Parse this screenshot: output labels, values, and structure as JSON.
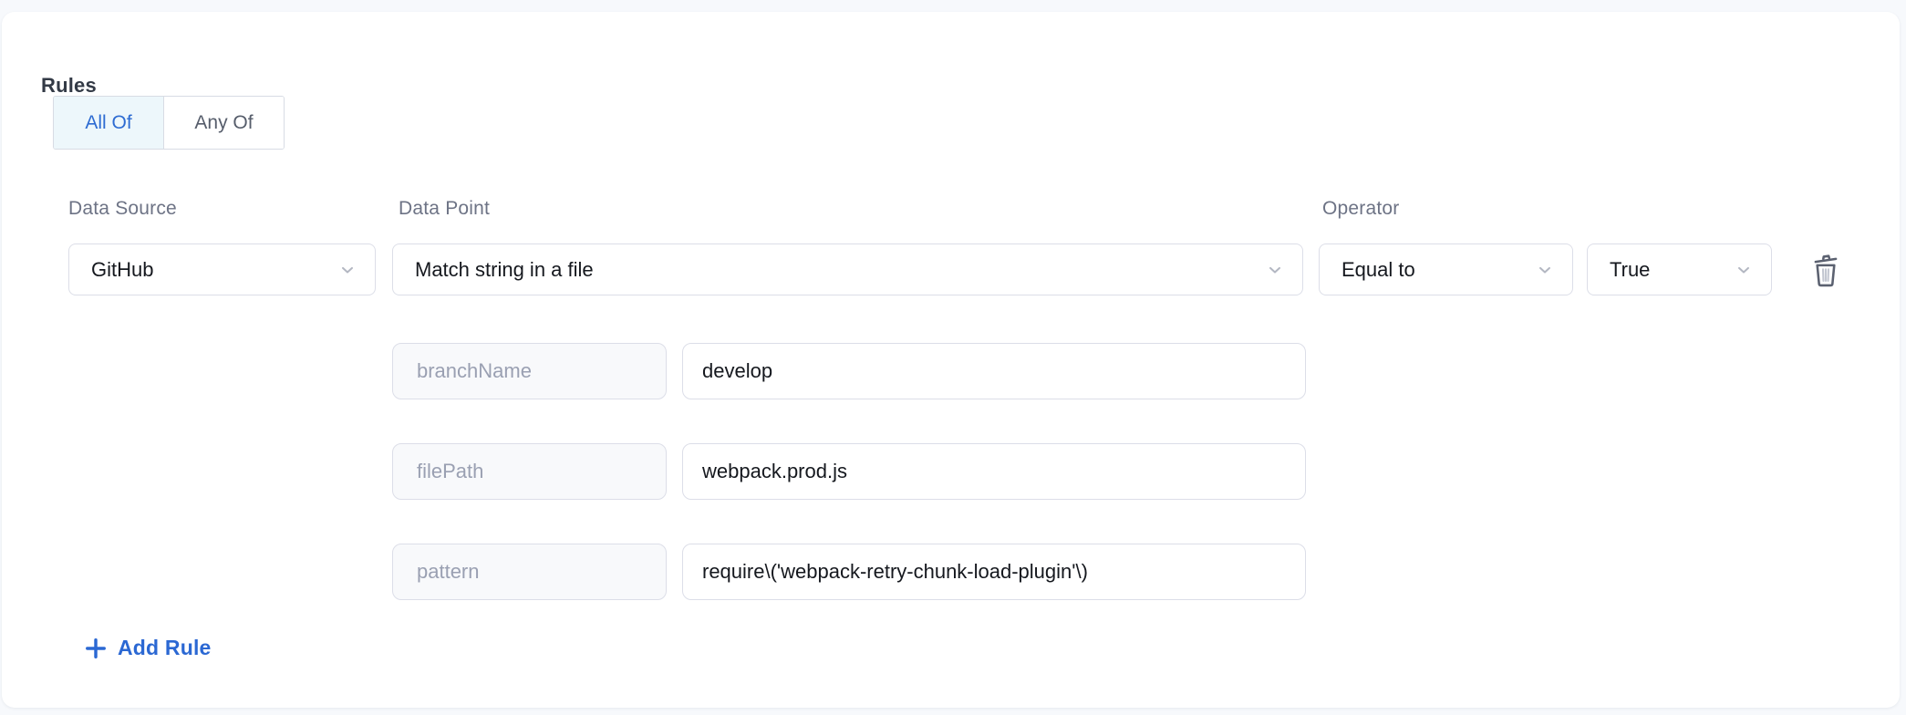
{
  "rules": {
    "title": "Rules",
    "match_mode": {
      "options": [
        {
          "label": "All Of",
          "selected": true
        },
        {
          "label": "Any Of",
          "selected": false
        }
      ]
    },
    "rule": {
      "data_source": {
        "label": "Data Source",
        "value": "GitHub"
      },
      "data_point": {
        "label": "Data Point",
        "value": "Match string in a file"
      },
      "operator": {
        "label": "Operator",
        "value": "Equal to"
      },
      "operator_value": {
        "value": "True"
      },
      "params": [
        {
          "key": "branchName",
          "value": "develop"
        },
        {
          "key": "filePath",
          "value": "webpack.prod.js"
        },
        {
          "key": "pattern",
          "value": "require\\('webpack-retry-chunk-load-plugin'\\)"
        }
      ]
    },
    "add_rule_label": "Add Rule"
  },
  "colors": {
    "accent_blue": "#2e6cd2",
    "selected_segment_bg": "#edf7fb",
    "page_background": "#f7f9fc",
    "card_background": "#ffffff",
    "input_border": "#dcdee8",
    "label_gray": "#6d7385",
    "key_text_gray": "#9aa0b2",
    "text_dark": "#15181e"
  }
}
